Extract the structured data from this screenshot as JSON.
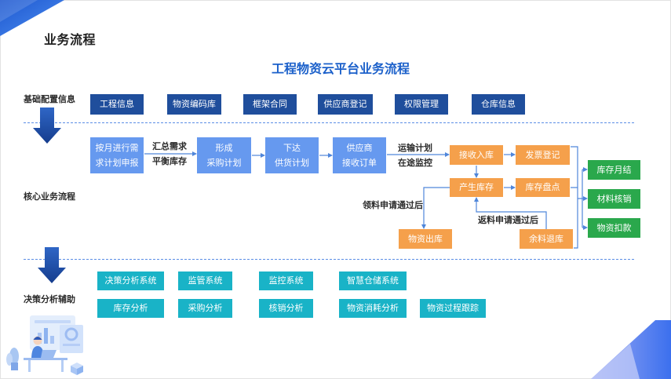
{
  "header": {
    "section_title": "业务流程",
    "main_title": "工程物资云平台业务流程"
  },
  "base_config": {
    "label": "基础配置信息",
    "items": [
      "工程信息",
      "物资编码库",
      "框架合同",
      "供应商登记",
      "权限管理",
      "仓库信息"
    ]
  },
  "core_process": {
    "label": "核心业务流程",
    "plan_steps": [
      {
        "line1": "按月进行需",
        "line2": "求计划申报"
      },
      {
        "line1": "形成",
        "line2": "采购计划"
      },
      {
        "line1": "下达",
        "line2": "供货计划"
      },
      {
        "line1": "供应商",
        "line2": "接收订单"
      }
    ],
    "edge_summarize": {
      "line1": "汇总需求",
      "line2": "平衡库存"
    },
    "edge_transport": {
      "line1": "运输计划",
      "line2": "在途监控"
    },
    "warehouse": {
      "receive": "接收入库",
      "invoice": "发票登记",
      "inventory": "产生库存",
      "stocktake": "库存盘点",
      "outbound": "物资出库",
      "return": "余料退库"
    },
    "edge_pick": "领料申请通过后",
    "edge_return": "返料申请通过后",
    "settlement": [
      "库存月结",
      "材料核销",
      "物资扣款"
    ]
  },
  "decision_support": {
    "label": "决策分析辅助",
    "systems": [
      "决策分析系统",
      "监管系统",
      "监控系统",
      "智慧仓储系统"
    ],
    "analyses": [
      "库存分析",
      "采购分析",
      "核销分析",
      "物资消耗分析",
      "物资过程跟踪"
    ]
  },
  "colors": {
    "title_blue": "#1b60ca",
    "base_box": "#1f4e9c",
    "plan_box": "#6699ef",
    "warehouse_box": "#f5a04b",
    "settlement_box": "#2aa84c",
    "decision_box": "#19b3c7",
    "dashed_line": "#5b8ee6",
    "connector": "#4f86da"
  },
  "icons": {
    "row_arrow": "down-arrow-icon",
    "illustration": "person-at-computer-illustration",
    "corner_decoration": "corner-triangle-decoration"
  }
}
